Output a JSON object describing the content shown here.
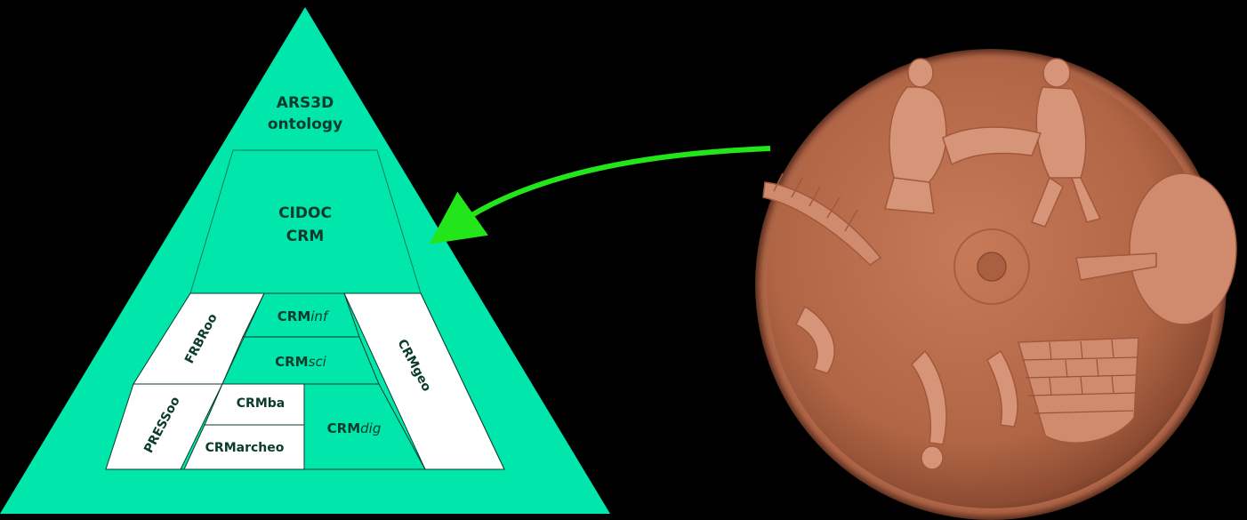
{
  "diagram": {
    "colors": {
      "background": "#000000",
      "pyramid": "#00e6ab",
      "white_box": "#ffffff",
      "outline": "#0b3b2c",
      "text": "#0b3b2c",
      "arrow": "#22e61a",
      "dish": "#b86a4a"
    },
    "labels": {
      "ars_line1": "ARS3D",
      "ars_line2": "ontology",
      "cidoc_line1": "CIDOC",
      "cidoc_line2": "CRM",
      "frbroo": "FRBRoo",
      "crm_prefix": "CRM",
      "inf_suffix": "inf",
      "sci_suffix": "sci",
      "dig_suffix": "dig",
      "crmgeo": "CRMgeo",
      "pressoo": "PRESSoo",
      "crmba": "CRMba",
      "crmarcheo": "CRMarcheo"
    },
    "image": {
      "subject": "terra sigillata dish with relief figures",
      "icon": "relief-dish-photo"
    }
  }
}
